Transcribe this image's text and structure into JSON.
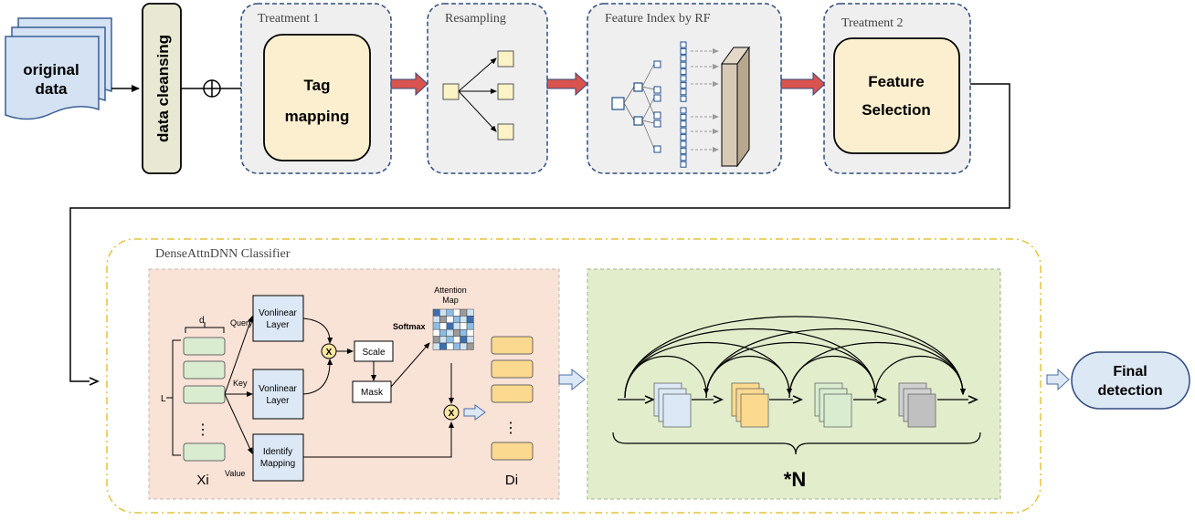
{
  "pipeline": {
    "input_label_line1": "original",
    "input_label_line2": "data",
    "cleansing_label": "data cleansing",
    "treatment1_title": "Treatment 1",
    "tag_mapping_line1": "Tag",
    "tag_mapping_line2": "mapping",
    "resampling_title": "Resampling",
    "feature_index_title": "Feature Index by RF",
    "treatment2_title": "Treatment 2",
    "feature_selection_line1": "Feature",
    "feature_selection_line2": "Selection"
  },
  "classifier": {
    "title": "DenseAttnDNN Classifier",
    "d_label": "d",
    "l_label": "L",
    "query_label": "Query",
    "key_label": "Key",
    "value_label": "Value",
    "xi_label": "Xi",
    "nonlinear1_line1": "Vonlinear",
    "nonlinear1_line2": "Layer",
    "nonlinear2_line1": "Vonlinear",
    "nonlinear2_line2": "Layer",
    "identity_line1": "Identify",
    "identity_line2": "Mapping",
    "scale_label": "Scale",
    "mask_label": "Mask",
    "softmax_label": "Softmax",
    "attention_map_line1": "Attention",
    "attention_map_line2": "Map",
    "di_label": "Di",
    "multiply_symbol": "X",
    "ellipsis": "⋮",
    "repeat_label": "*N"
  },
  "output": {
    "final_line1": "Final",
    "final_line2": "detection"
  },
  "colors": {
    "treatment_fill": "#efefef",
    "tag_fill": "#fcefcf",
    "square_fill": "#fbf3c5",
    "attention_panel": "#f9e2d6",
    "dense_panel": "#e2edcc",
    "layer_fill": "#dce8f5",
    "vector_fill": "#d9ecd0",
    "output_vector": "#fbd98f",
    "red_arrow": "#d9534f",
    "rf_bar": "#d8c9b5",
    "final_fill": "#dde8f5"
  }
}
